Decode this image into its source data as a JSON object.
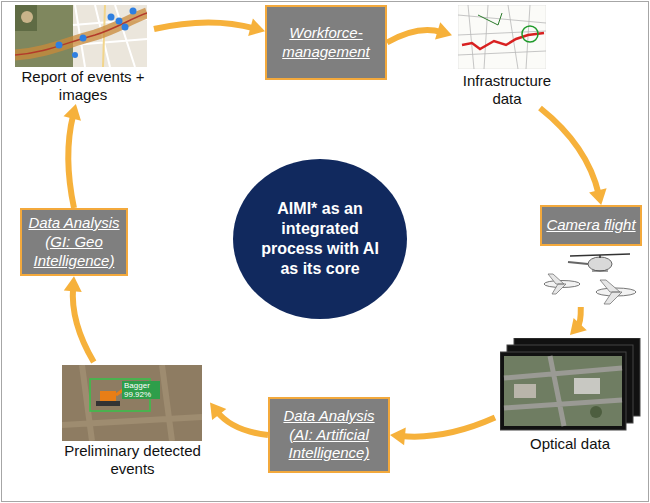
{
  "diagram": {
    "nodes": [
      {
        "text": [
          "Report of events + images"
        ]
      },
      {
        "text": [
          "Workforce-management"
        ]
      },
      {
        "text": [
          "Infrastructure data"
        ]
      },
      {
        "text": [
          "Data Analysis (GI: Geo Intelligence)"
        ]
      },
      {
        "text": [
          "AIMI* as an integrated process with AI as its core"
        ]
      },
      {
        "text": [
          "Camera flight"
        ]
      },
      {
        "text": [
          "Optical data"
        ]
      },
      {
        "text": [
          "Preliminary detected events"
        ]
      },
      {
        "text": [
          "Data Analysis (AI: Artificial Intelligence)"
        ]
      }
    ],
    "edges": [
      {
        "from": 0,
        "to": 1,
        "arrow": "to"
      },
      {
        "from": 1,
        "to": 2,
        "arrow": "to"
      },
      {
        "from": 2,
        "to": 5,
        "arrow": "to"
      },
      {
        "from": 5,
        "to": 6,
        "arrow": "to"
      },
      {
        "from": 6,
        "to": 8,
        "arrow": "to"
      },
      {
        "from": 8,
        "to": 7,
        "arrow": "to"
      },
      {
        "from": 7,
        "to": 3,
        "arrow": "to"
      },
      {
        "from": 3,
        "to": 0,
        "arrow": "to"
      }
    ],
    "labels": [
      "Bagger 99.92%"
    ]
  }
}
